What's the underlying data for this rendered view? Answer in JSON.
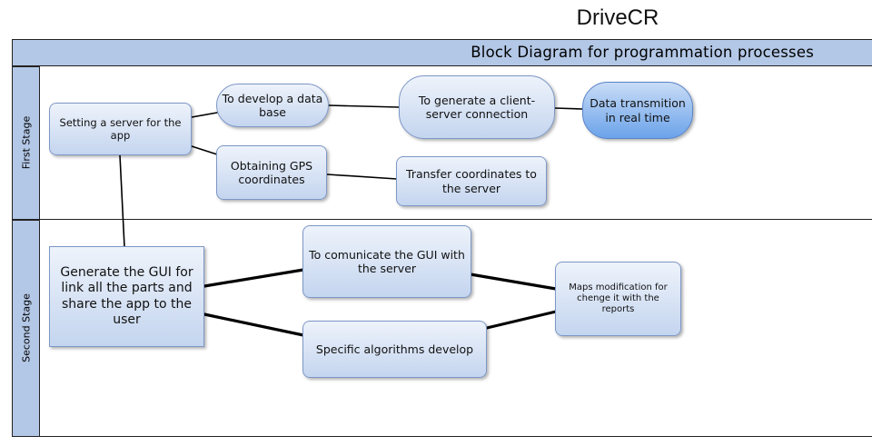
{
  "app_title": "DriveCR",
  "diagram": {
    "title": "Block Diagram for programmation processes",
    "lanes": [
      {
        "id": "first",
        "label": "First Stage"
      },
      {
        "id": "second",
        "label": "Second Stage"
      }
    ],
    "nodes": [
      {
        "id": "server",
        "lane": "first",
        "shape": "rounded-rect",
        "text": "Setting a server for the app"
      },
      {
        "id": "database",
        "lane": "first",
        "shape": "pill",
        "text": "To develop a data base"
      },
      {
        "id": "client_server",
        "lane": "first",
        "shape": "pill",
        "text": "To generate a client-server connection"
      },
      {
        "id": "data_transmition",
        "lane": "first",
        "shape": "pill",
        "text": "Data transmition in real time"
      },
      {
        "id": "gps",
        "lane": "first",
        "shape": "rounded-rect",
        "text": "Obtaining GPS coordinates"
      },
      {
        "id": "transfer",
        "lane": "first",
        "shape": "rounded-rect",
        "text": "Transfer coordinates to the server"
      },
      {
        "id": "gui",
        "lane": "second",
        "shape": "rect",
        "text": "Generate the GUI for link all the parts and share the app to the user"
      },
      {
        "id": "communicate",
        "lane": "second",
        "shape": "rounded-rect",
        "text": "To comunicate the GUI with the server"
      },
      {
        "id": "algorithms",
        "lane": "second",
        "shape": "rounded-rect",
        "text": "Specific algorithms develop"
      },
      {
        "id": "maps",
        "lane": "second",
        "shape": "rounded-rect",
        "text": "Maps modification for chenge it with the reports"
      }
    ],
    "edges": [
      {
        "from": "server",
        "to": "database"
      },
      {
        "from": "database",
        "to": "client_server"
      },
      {
        "from": "client_server",
        "to": "data_transmition"
      },
      {
        "from": "server",
        "to": "gps"
      },
      {
        "from": "gps",
        "to": "transfer"
      },
      {
        "from": "server",
        "to": "gui"
      },
      {
        "from": "gui",
        "to": "communicate"
      },
      {
        "from": "gui",
        "to": "algorithms"
      },
      {
        "from": "communicate",
        "to": "maps"
      },
      {
        "from": "algorithms",
        "to": "maps"
      }
    ],
    "colors": {
      "lane_header": "#b3c7e6",
      "node_fill": "#c4d5ef",
      "node_fill_highlight": "#6ba3ea",
      "line": "#000000"
    }
  }
}
